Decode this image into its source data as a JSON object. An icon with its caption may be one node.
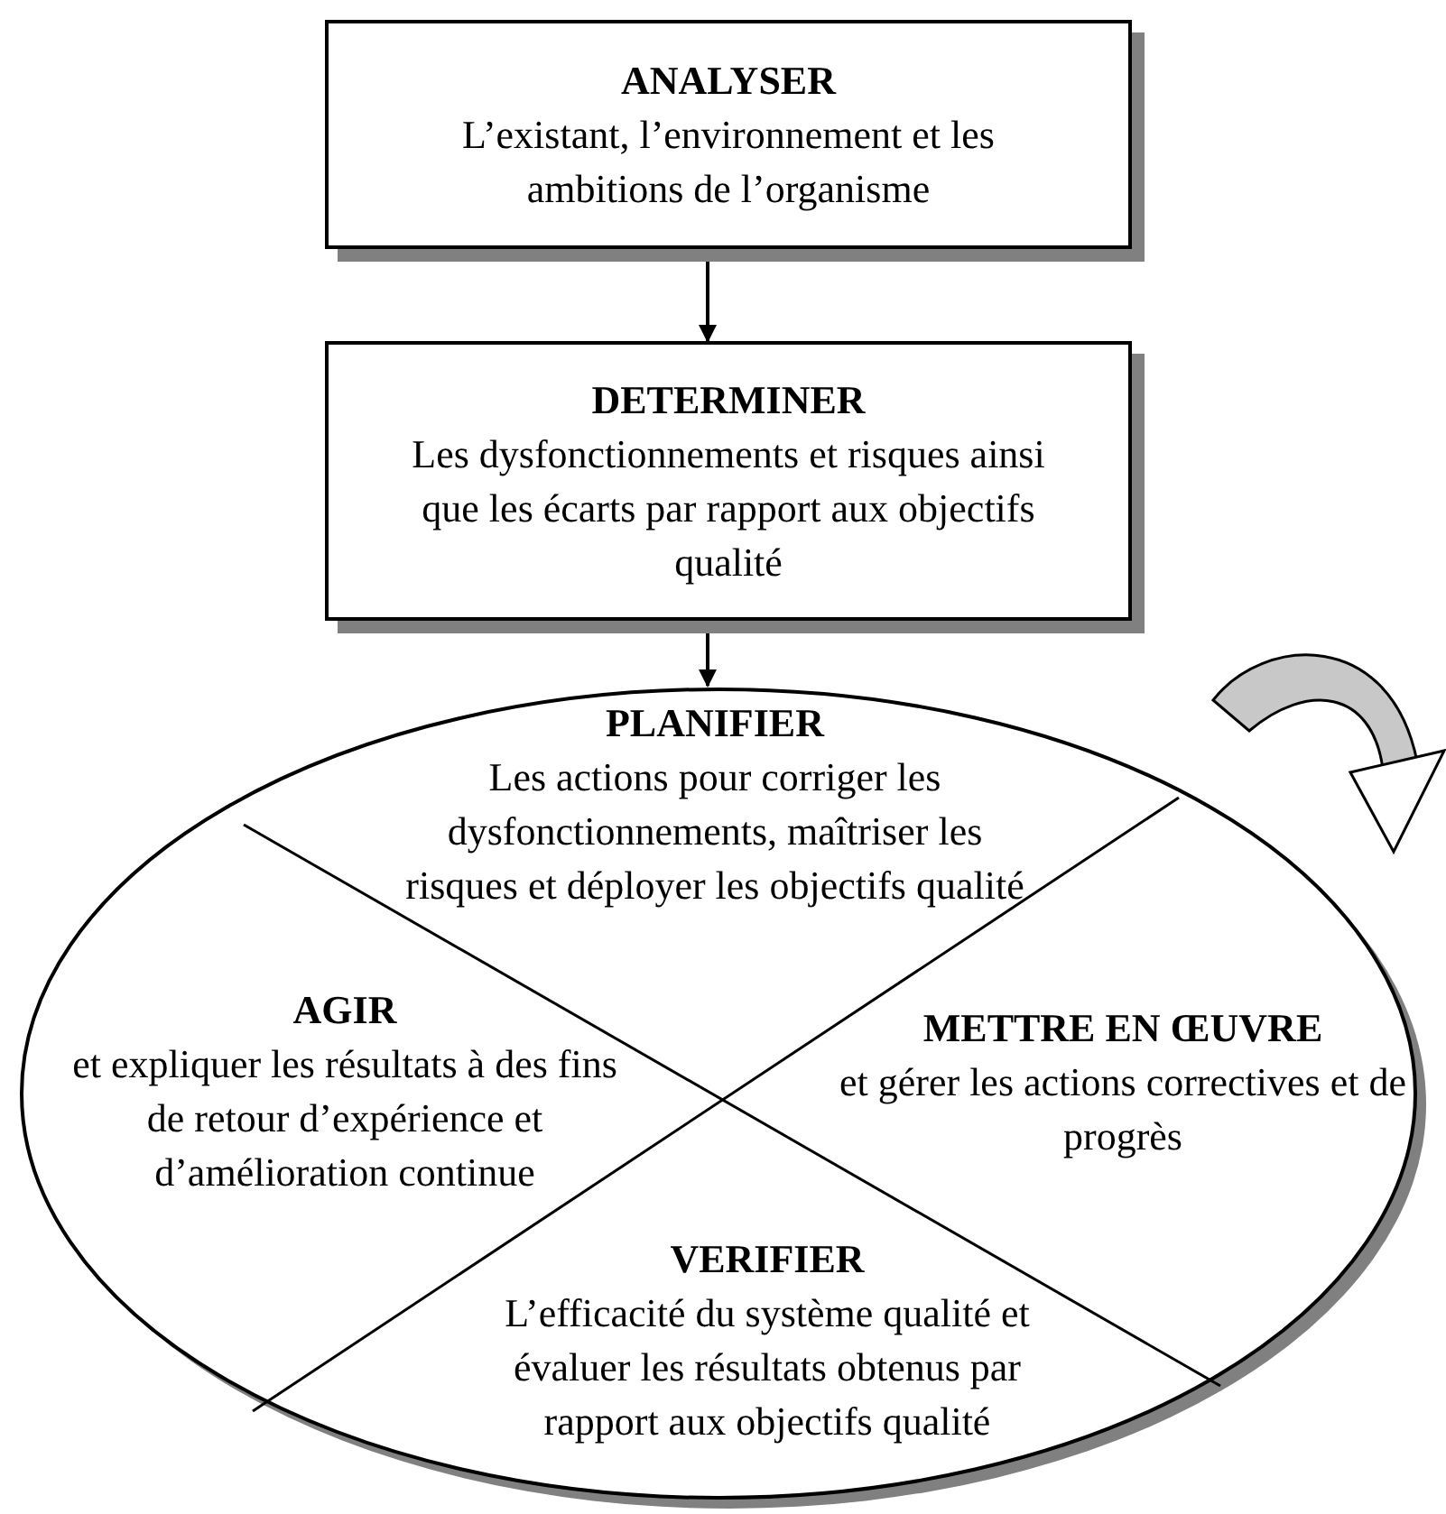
{
  "diagram": {
    "nodes": [
      {
        "text": [
          "ANALYSER",
          "L’existant, l’environnement et les ambitions de l’organisme"
        ]
      },
      {
        "text": [
          "DETERMINER",
          "Les dysfonctionnements et risques ainsi que les écarts par rapport aux objectifs qualité"
        ]
      },
      {
        "text": [],
        "shape": "ellipse"
      },
      {
        "text": [
          "PLANIFIER",
          "Les actions pour corriger les dysfonctionnements, maîtriser les risques et déployer les objectifs qualité"
        ],
        "in": 2
      },
      {
        "text": [
          "AGIR",
          "et expliquer les résultats à des fins de retour d’expérience et d’amélioration continue"
        ],
        "in": 2
      },
      {
        "text": [
          "METTRE EN ŒUVRE",
          "et gérer les actions correctives et de progrès"
        ],
        "in": 2
      },
      {
        "text": [
          "VERIFIER",
          "L’efficacité du système qualité et évaluer les résultats obtenus par rapport aux objectifs qualité"
        ],
        "in": 2
      }
    ],
    "edges": [
      {
        "from": 0,
        "to": 1,
        "arrow": "to"
      },
      {
        "from": 1,
        "to": 2,
        "arrow": "to"
      }
    ]
  }
}
